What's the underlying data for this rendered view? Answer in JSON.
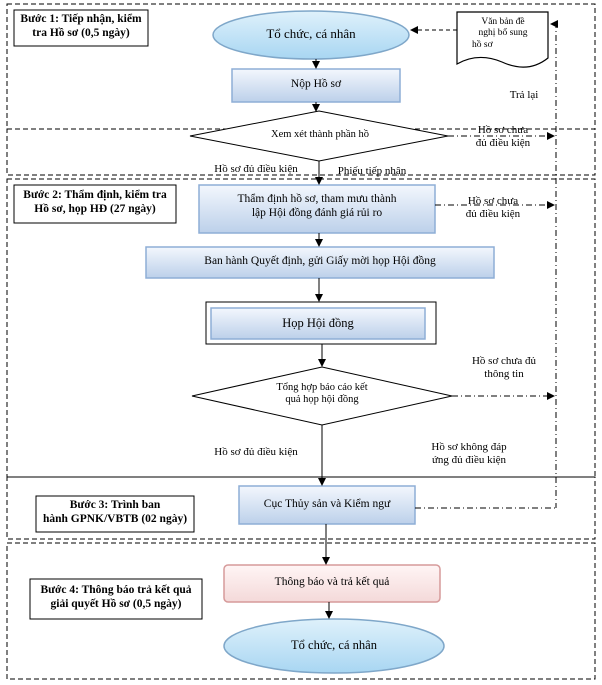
{
  "steps": {
    "step1": [
      "Bước 1: Tiếp nhận, kiểm",
      "tra Hồ sơ (0,5 ngày)"
    ],
    "step2": [
      "Bước 2: Thẩm định, kiểm tra",
      "Hồ sơ, họp HĐ (27 ngày)"
    ],
    "step3": [
      "Bước 3: Trình ban",
      "hành GPNK/VBTB  (02 ngày)"
    ],
    "step4": [
      "Bước 4: Thông báo trả kết quả",
      "giải quyết Hồ sơ (0,5 ngày)"
    ]
  },
  "nodes": {
    "start": "Tổ chức, cá nhân",
    "supplement_doc": [
      "Văn bản đề",
      "nghị bổ sung",
      "hồ sơ"
    ],
    "submit": "Nộp Hồ sơ",
    "check": "Xem xét thành phần hồ",
    "appraise": [
      "Thẩm định hồ sơ, tham mưu thành",
      "lập Hội đồng đánh giá rủi ro"
    ],
    "issue_decision": "Ban hành Quyết định, gửi Giấy mời họp Hội đồng",
    "meeting": "Họp Hội đồng",
    "summary": [
      "Tổng hợp báo cáo kết",
      "quả họp hội đồng"
    ],
    "department": "Cục Thủy sản và Kiểm ngư",
    "notify": "Thông báo và trả kết quả",
    "end": "Tổ chức, cá nhân"
  },
  "labels": {
    "returned": "Trả lại",
    "not_qualified_1": [
      "Hồ sơ chưa",
      "đủ điều kiện"
    ],
    "qualified_1": "Hồ sơ đủ điều kiện",
    "receipt": "Phiếu tiếp nhận",
    "not_qualified_2": [
      "Hồ sơ chưa",
      "đủ điều kiện"
    ],
    "not_enough_info": [
      "Hồ sơ chưa đủ",
      "thông tin"
    ],
    "qualified_2": "Hồ sơ đủ điều kiện",
    "not_meeting": [
      "Hồ sơ không đáp",
      "ứng đủ điều kiện"
    ]
  },
  "colors": {
    "box_fill_top": "#f3f7fd",
    "box_fill_bottom": "#bcd0ea",
    "box_border": "#8eaed6",
    "ellipse_fill": "#b9dff5",
    "notify_fill": "#fbeaea",
    "notify_border": "#d69a9a",
    "line": "#000000"
  }
}
